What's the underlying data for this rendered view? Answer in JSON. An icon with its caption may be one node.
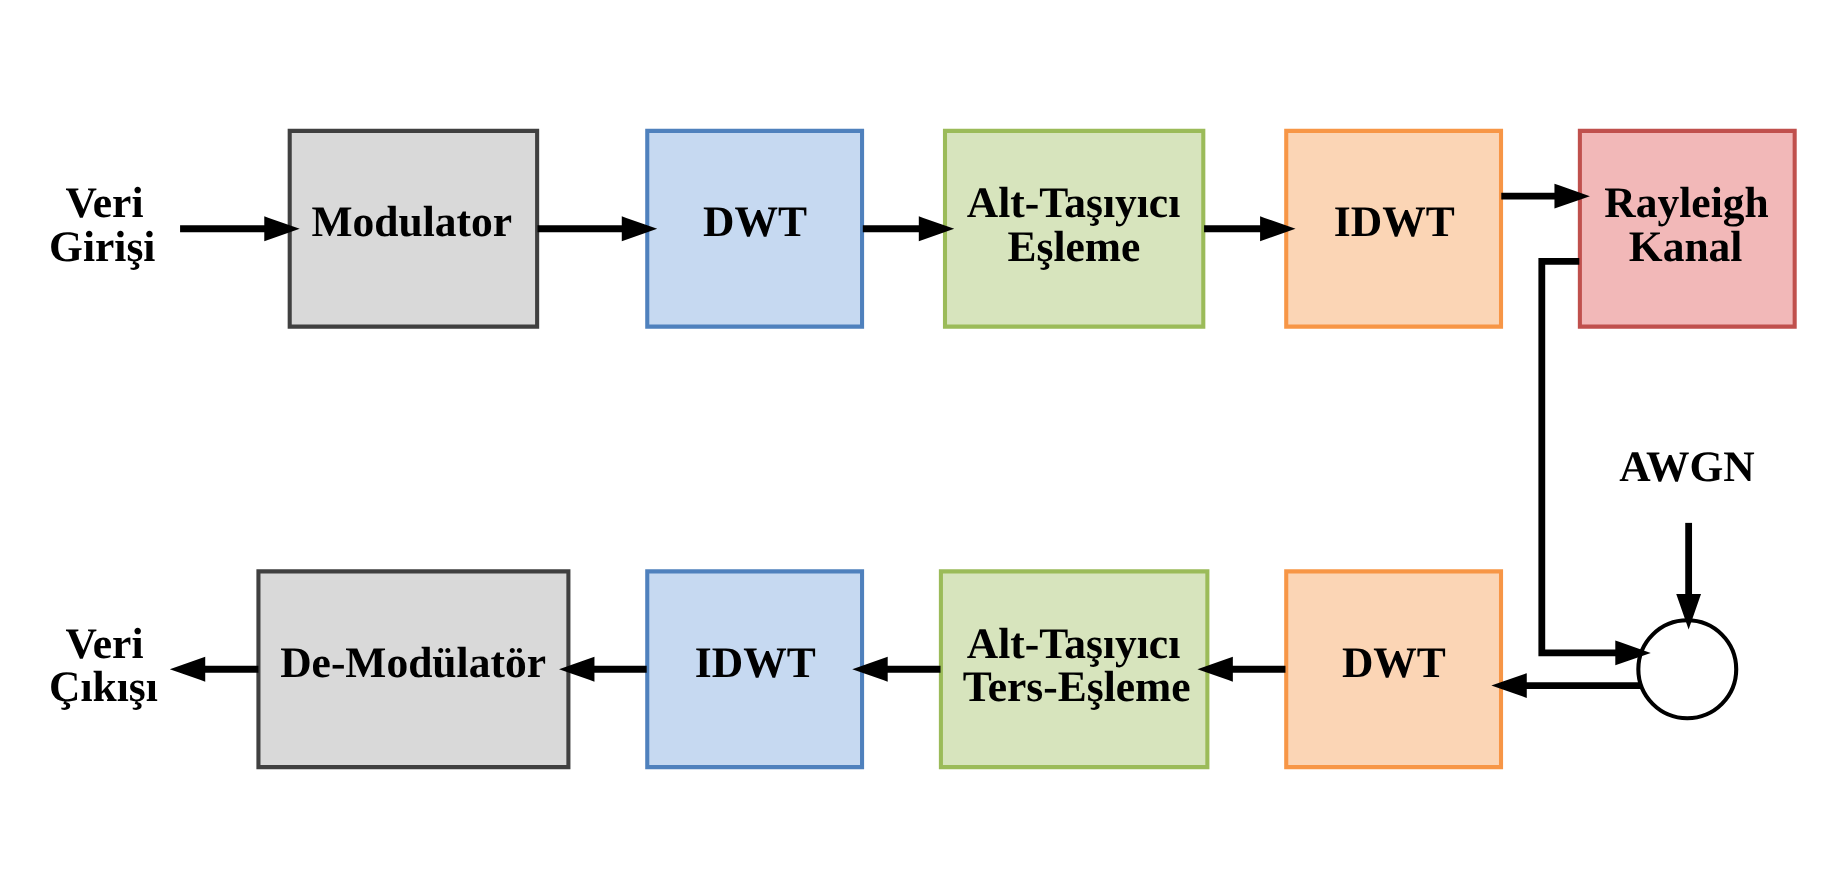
{
  "diagram": {
    "nodes": [
      {
        "text": [
          "Veri Girişi"
        ]
      },
      {
        "text": [
          "Modulator"
        ]
      },
      {
        "text": [
          "DWT"
        ]
      },
      {
        "text": [
          "Alt-Taşıyıcı Eşleme"
        ]
      },
      {
        "text": [
          "IDWT"
        ]
      },
      {
        "text": [
          "Rayleigh Kanal"
        ]
      },
      {
        "text": [
          "AWGN"
        ]
      },
      {
        "text": [],
        "shape": "circle"
      },
      {
        "text": [
          "DWT"
        ]
      },
      {
        "text": [
          "Alt-Taşıyıcı Ters-Eşleme"
        ]
      },
      {
        "text": [
          "IDWT"
        ]
      },
      {
        "text": [
          "De-Modülatör"
        ]
      },
      {
        "text": [
          "Veri Çıkışı"
        ]
      }
    ],
    "edges": [
      {
        "from": 0,
        "to": 1,
        "arrow": "to"
      },
      {
        "from": 1,
        "to": 2,
        "arrow": "to"
      },
      {
        "from": 2,
        "to": 3,
        "arrow": "to"
      },
      {
        "from": 3,
        "to": 4,
        "arrow": "to"
      },
      {
        "from": 4,
        "to": 5,
        "arrow": "to"
      },
      {
        "from": 5,
        "to": 7,
        "arrow": "to"
      },
      {
        "from": 6,
        "to": 7,
        "arrow": "to"
      },
      {
        "from": 7,
        "to": 8,
        "arrow": "to"
      },
      {
        "from": 8,
        "to": 9,
        "arrow": "to"
      },
      {
        "from": 9,
        "to": 10,
        "arrow": "to"
      },
      {
        "from": 10,
        "to": 11,
        "arrow": "to"
      },
      {
        "from": 11,
        "to": 12,
        "arrow": "to"
      }
    ]
  }
}
